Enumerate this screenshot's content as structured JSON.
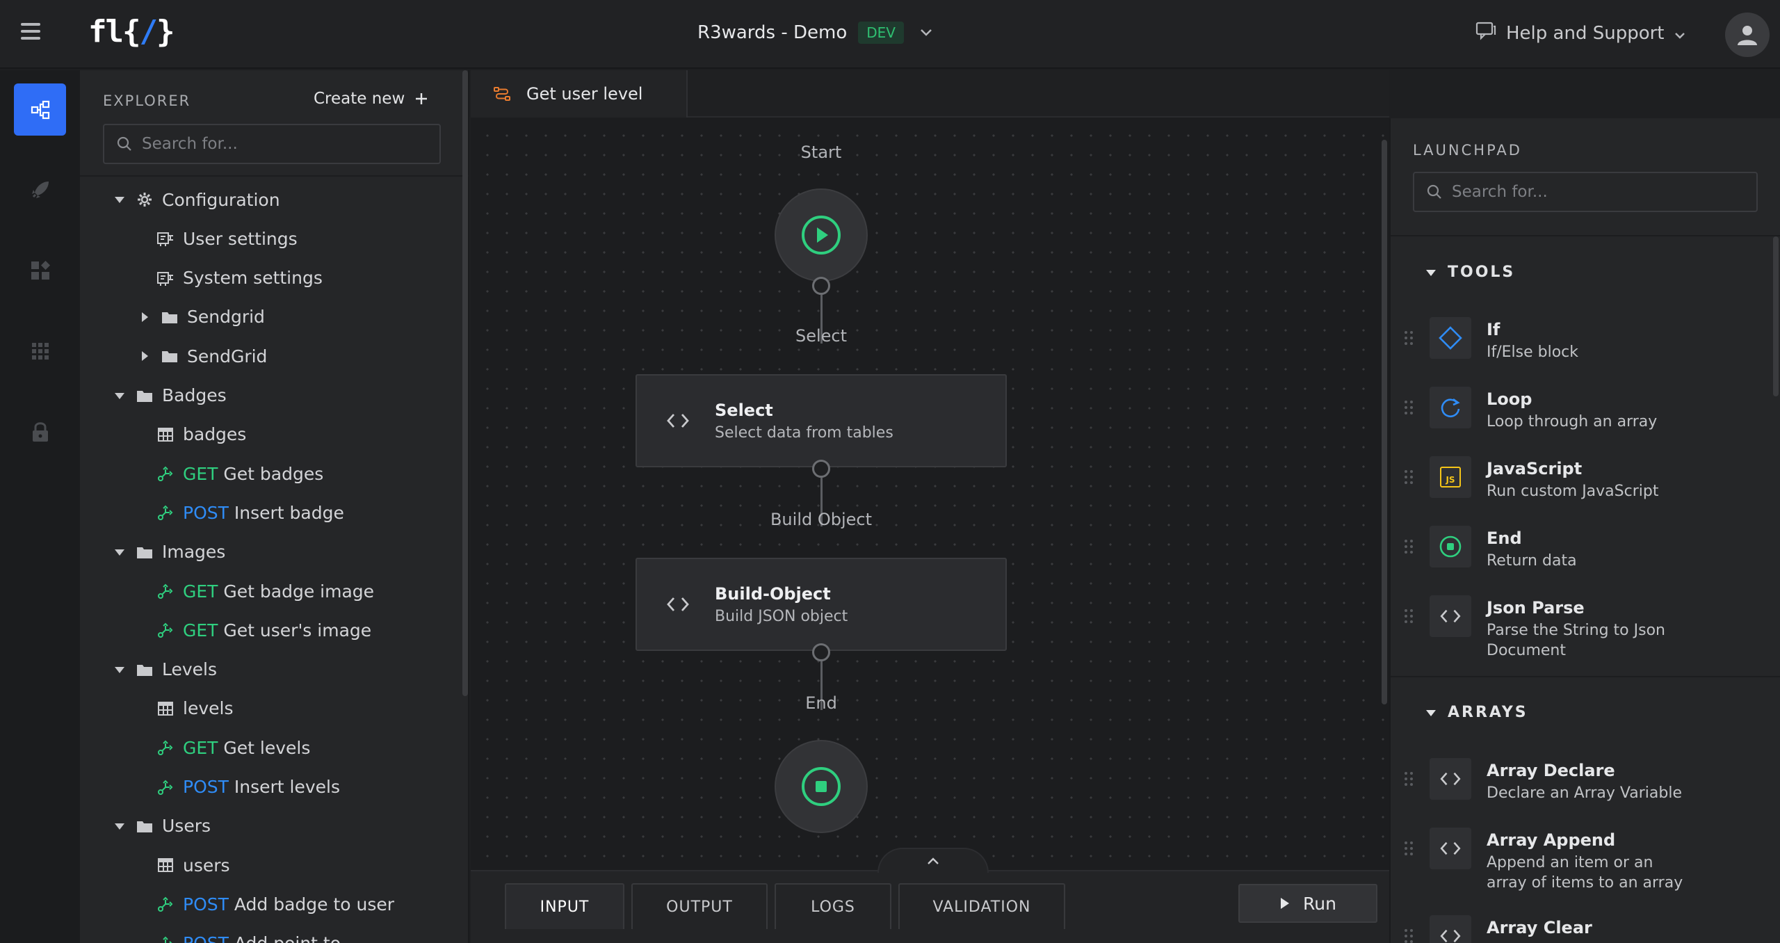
{
  "app": {
    "logo_prefix": "fl{",
    "logo_slash": "/",
    "logo_suffix": "}",
    "project_name": "R3wards - Demo",
    "env_badge": "DEV",
    "help_label": "Help and Support"
  },
  "colors": {
    "accent": "#2f6df6",
    "get": "#2fcf7f",
    "post": "#2f8cf6",
    "start_end": "#2fcf7f",
    "js_badge": "#f5c518"
  },
  "rail": {
    "items": [
      {
        "name": "flows",
        "icon": "flow-icon",
        "active": true
      },
      {
        "name": "launch",
        "icon": "rocket-icon",
        "active": false
      },
      {
        "name": "add-widget",
        "icon": "widgets-icon",
        "active": false
      },
      {
        "name": "apps",
        "icon": "grid-icon",
        "active": false
      },
      {
        "name": "security",
        "icon": "lock-icon",
        "active": false
      }
    ]
  },
  "explorer": {
    "title": "EXPLORER",
    "create_new": "Create new",
    "search_placeholder": "Search for...",
    "tree": [
      {
        "level": 0,
        "type": "config",
        "label": "Configuration",
        "expanded": true
      },
      {
        "level": 1,
        "type": "settings",
        "label": "User settings"
      },
      {
        "level": 1,
        "type": "settings",
        "label": "System settings"
      },
      {
        "level": 1,
        "type": "folder",
        "label": "Sendgrid",
        "expanded": false
      },
      {
        "level": 1,
        "type": "folder",
        "label": "SendGrid",
        "expanded": false
      },
      {
        "level": 0,
        "type": "folder",
        "label": "Badges",
        "expanded": true
      },
      {
        "level": 1,
        "type": "table",
        "label": "badges"
      },
      {
        "level": 1,
        "type": "endpoint",
        "method": "GET",
        "label": "Get badges"
      },
      {
        "level": 1,
        "type": "endpoint",
        "method": "POST",
        "label": "Insert badge"
      },
      {
        "level": 0,
        "type": "folder",
        "label": "Images",
        "expanded": true
      },
      {
        "level": 1,
        "type": "endpoint",
        "method": "GET",
        "label": "Get badge image"
      },
      {
        "level": 1,
        "type": "endpoint",
        "method": "GET",
        "label": "Get user's image"
      },
      {
        "level": 0,
        "type": "folder",
        "label": "Levels",
        "expanded": true
      },
      {
        "level": 1,
        "type": "table",
        "label": "levels"
      },
      {
        "level": 1,
        "type": "endpoint",
        "method": "GET",
        "label": "Get levels"
      },
      {
        "level": 1,
        "type": "endpoint",
        "method": "POST",
        "label": "Insert levels"
      },
      {
        "level": 0,
        "type": "folder",
        "label": "Users",
        "expanded": true
      },
      {
        "level": 1,
        "type": "table",
        "label": "users"
      },
      {
        "level": 1,
        "type": "endpoint",
        "method": "POST",
        "label": "Add badge to user"
      },
      {
        "level": 1,
        "type": "endpoint",
        "method": "POST",
        "label": "Add point to"
      }
    ]
  },
  "editor": {
    "tab_label": "Get user level",
    "nodes": [
      {
        "kind": "start",
        "label": "Start"
      },
      {
        "kind": "box",
        "label": "Select",
        "title": "Select",
        "subtitle": "Select data from tables"
      },
      {
        "kind": "box",
        "label": "Build Object",
        "title": "Build-Object",
        "subtitle": "Build JSON object"
      },
      {
        "kind": "end",
        "label": "End"
      }
    ],
    "bottom_tabs": [
      "INPUT",
      "OUTPUT",
      "LOGS",
      "VALIDATION"
    ],
    "active_bottom_tab": "INPUT",
    "run_label": "Run"
  },
  "launchpad": {
    "title": "LAUNCHPAD",
    "search_placeholder": "Search for...",
    "sections": [
      {
        "name": "TOOLS",
        "items": [
          {
            "icon": "diamond-icon",
            "name": "If",
            "desc": "If/Else block"
          },
          {
            "icon": "loop-icon",
            "name": "Loop",
            "desc": "Loop through an array"
          },
          {
            "icon": "javascript-icon",
            "name": "JavaScript",
            "desc": "Run custom JavaScript",
            "badge": "JS"
          },
          {
            "icon": "end-icon",
            "name": "End",
            "desc": "Return data"
          },
          {
            "icon": "code-icon",
            "name": "Json Parse",
            "desc": "Parse the String to Json Document"
          }
        ]
      },
      {
        "name": "ARRAYS",
        "items": [
          {
            "icon": "code-icon",
            "name": "Array Declare",
            "desc": "Declare an Array Variable"
          },
          {
            "icon": "code-icon",
            "name": "Array Append",
            "desc": "Append an item or an array of items to an array"
          },
          {
            "icon": "code-icon",
            "name": "Array Clear",
            "desc": ""
          }
        ]
      }
    ]
  }
}
